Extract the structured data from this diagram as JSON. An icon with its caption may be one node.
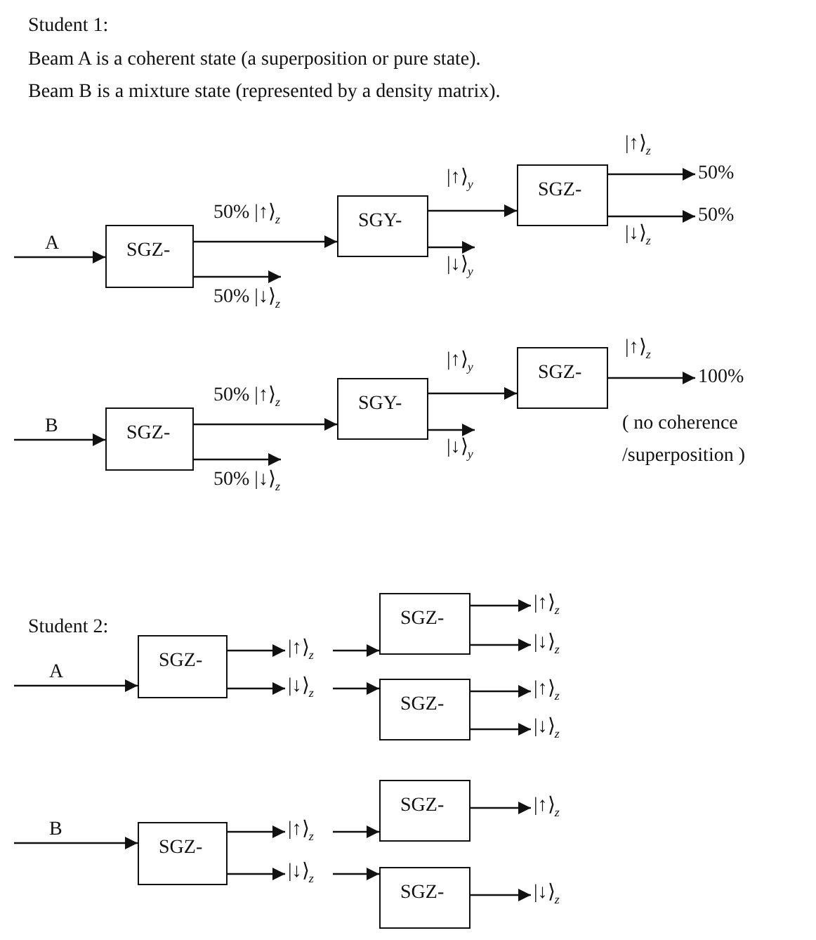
{
  "diagram": {
    "nodes": [
      {
        "text": [
          "SGZ-"
        ]
      },
      {
        "text": [
          "SGY-"
        ]
      },
      {
        "text": [
          "SGZ-"
        ]
      },
      {
        "text": [
          "50%"
        ]
      },
      {
        "text": [
          "50%"
        ]
      },
      {
        "text": [
          "SGZ-"
        ]
      },
      {
        "text": [
          "SGY-"
        ]
      },
      {
        "text": [
          "SGZ-"
        ]
      },
      {
        "text": [
          "100%"
        ]
      },
      {
        "text": [
          "SGZ-"
        ]
      },
      {
        "text": [
          "|↑⟩$_{z}$"
        ]
      },
      {
        "text": [
          "|↓⟩$_{z}$"
        ]
      },
      {
        "text": [
          "SGZ-"
        ]
      },
      {
        "text": [
          "SGZ-"
        ]
      },
      {
        "text": [
          "|↑⟩$_{z}$"
        ]
      },
      {
        "text": [
          "|↓⟩$_{z}$"
        ]
      },
      {
        "text": [
          "|↑⟩$_{z}$"
        ]
      },
      {
        "text": [
          "|↓⟩$_{z}$"
        ]
      },
      {
        "text": [
          "SGZ-"
        ]
      },
      {
        "text": [
          "|↑⟩$_{z}$"
        ]
      },
      {
        "text": [
          "|↓⟩$_{z}$"
        ]
      },
      {
        "text": [
          "SGZ-"
        ]
      },
      {
        "text": [
          "SGZ-"
        ]
      },
      {
        "text": [
          "|↑⟩$_{z}$"
        ]
      },
      {
        "text": [
          "|↓⟩$_{z}$"
        ]
      }
    ],
    "edges": [
      {
        "from": null,
        "to": 0,
        "arrow": "to",
        "label": "A"
      },
      {
        "from": 0,
        "to": 1,
        "arrow": "to",
        "label": "50% |↑⟩$_{z}$"
      },
      {
        "from": 0,
        "to": null,
        "arrow": "to",
        "label": "50% |↓⟩$_{z}$"
      },
      {
        "from": 1,
        "to": 2,
        "arrow": "to",
        "label": "|↑⟩$_{y}$"
      },
      {
        "from": 1,
        "to": null,
        "arrow": "to",
        "label": "|↓⟩$_{y}$"
      },
      {
        "from": 2,
        "to": 3,
        "arrow": "to",
        "label": "|↑⟩$_{z}$"
      },
      {
        "from": 2,
        "to": 4,
        "arrow": "to",
        "label": "|↓⟩$_{z}$"
      },
      {
        "from": null,
        "to": 5,
        "arrow": "to",
        "label": "B"
      },
      {
        "from": 5,
        "to": 6,
        "arrow": "to",
        "label": "50% |↑⟩$_{z}$"
      },
      {
        "from": 5,
        "to": null,
        "arrow": "to",
        "label": "50% |↓⟩$_{z}$"
      },
      {
        "from": 6,
        "to": 7,
        "arrow": "to",
        "label": "|↑⟩$_{y}$"
      },
      {
        "from": 6,
        "to": null,
        "arrow": "to",
        "label": "|↓⟩$_{y}$"
      },
      {
        "from": 7,
        "to": 8,
        "arrow": "to",
        "label": "|↑⟩$_{z}$"
      },
      {
        "from": null,
        "to": 9,
        "arrow": "to",
        "label": "A"
      },
      {
        "from": 9,
        "to": 10,
        "arrow": "to"
      },
      {
        "from": 9,
        "to": 11,
        "arrow": "to"
      },
      {
        "from": 10,
        "to": 12,
        "arrow": "to"
      },
      {
        "from": 11,
        "to": 13,
        "arrow": "to"
      },
      {
        "from": 12,
        "to": 14,
        "arrow": "to"
      },
      {
        "from": 12,
        "to": 15,
        "arrow": "to"
      },
      {
        "from": 13,
        "to": 16,
        "arrow": "to"
      },
      {
        "from": 13,
        "to": 17,
        "arrow": "to"
      },
      {
        "from": null,
        "to": 18,
        "arrow": "to",
        "label": "B"
      },
      {
        "from": 18,
        "to": 19,
        "arrow": "to"
      },
      {
        "from": 18,
        "to": 20,
        "arrow": "to"
      },
      {
        "from": 19,
        "to": 21,
        "arrow": "to"
      },
      {
        "from": 20,
        "to": 22,
        "arrow": "to"
      },
      {
        "from": 21,
        "to": 23,
        "arrow": "to"
      },
      {
        "from": 22,
        "to": 24,
        "arrow": "to"
      }
    ],
    "labels": [
      "Student 1:",
      "Beam A is a coherent state (a superposition or pure state).",
      "Beam B is a mixture state (represented by a density matrix).",
      "( no coherence /superposition )",
      "Student 2:"
    ]
  }
}
